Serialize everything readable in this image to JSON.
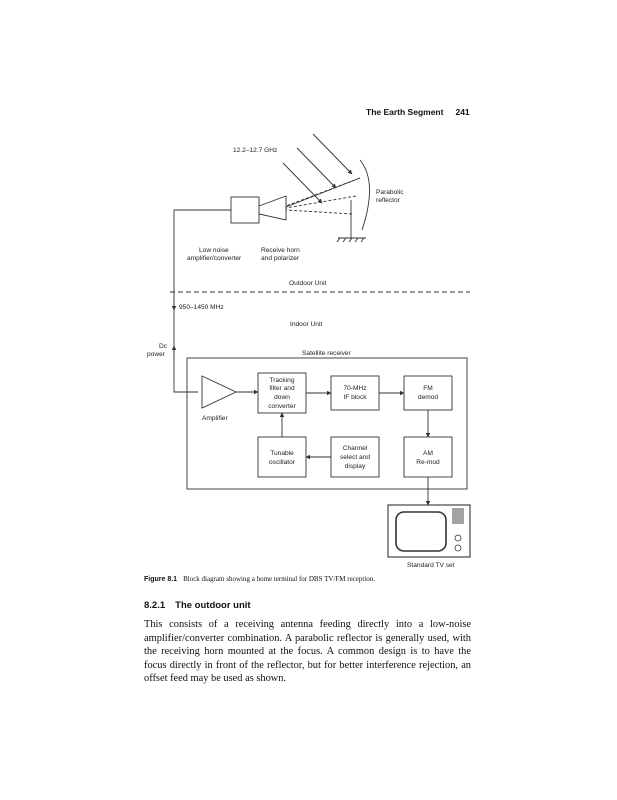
{
  "header": {
    "title": "The Earth Segment",
    "page_number": "241"
  },
  "figure": {
    "labels": {
      "frequency_in": "12.2–12.7 GHz",
      "parabolic": "Parabolic",
      "reflector": "reflector",
      "lna1": "Low noise",
      "lna2": "amplifier/converter",
      "horn1": "Receive horn",
      "horn2": "and polarizer",
      "outdoor_unit": "Outdoor Unit",
      "if_freq": "950–1450 MHz",
      "indoor_unit": "Indoor Unit",
      "dc1": "Dc",
      "dc2": "power",
      "satellite_receiver": "Satellite receiver",
      "tracking": [
        "Tracking",
        "filter and",
        "down",
        "converter"
      ],
      "if_block": [
        "70-MHz",
        "IF block"
      ],
      "fm": [
        "FM",
        "demod"
      ],
      "amplifier": "Amplifier",
      "tunable": [
        "Tunable",
        "oscillator"
      ],
      "channel": [
        "Channel",
        "select and",
        "display"
      ],
      "am": [
        "AM",
        "Re-mod"
      ],
      "tv": "Standard TV set"
    },
    "caption_label": "Figure 8.1",
    "caption_text": "Block diagram showing a home terminal for DBS TV/FM reception."
  },
  "section": {
    "number": "8.2.1",
    "title": "The outdoor unit"
  },
  "body_text": "This consists of a receiving antenna feeding directly into a low-noise amplifier/converter combination. A parabolic reflector is generally used, with the receiving horn mounted at the focus. A common design is to have the focus directly in front of the reflector, but for better interference rejection, an offset feed may be used as shown."
}
